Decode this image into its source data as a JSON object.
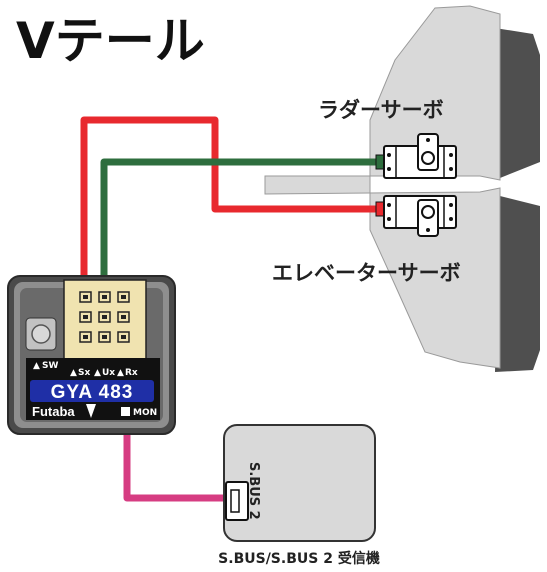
{
  "title": "Vテール",
  "rudder_servo_label": "ラダーサーボ",
  "elevator_servo_label": "エレベーターサーボ",
  "gyro": {
    "model": "GYA 483",
    "brand": "Futaba",
    "sw_label": "SW",
    "port_sx": "Sx",
    "port_ux": "Ux",
    "port_rx": "Rx",
    "mon_label": "MON"
  },
  "receiver": {
    "port_label": "S.BUS 2",
    "caption": "S.BUS/S.BUS 2 受信機"
  },
  "colors": {
    "rudder_wire": "#2e6e3e",
    "elevator_wire": "#e8292e",
    "sbus_wire": "#d63c82",
    "tail_fill": "#d9d9d9",
    "fin_fill": "#4f4f4f",
    "gyro_body": "#4a4a4a",
    "gyro_label_bg": "#1f2fa6"
  },
  "icons": {
    "servo": "servo-icon",
    "connector": "connector-icon",
    "triangle": "triangle-logo-icon"
  }
}
